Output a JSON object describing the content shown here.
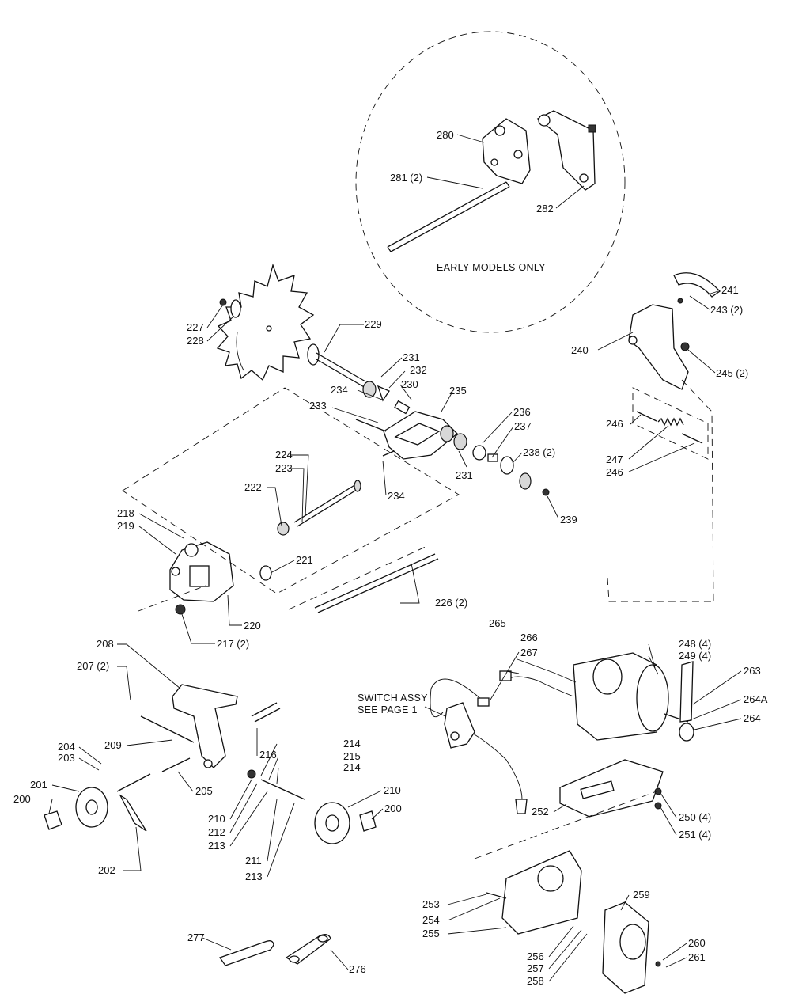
{
  "notes": {
    "early_models": "EARLY MODELS ONLY",
    "switch_line1": "SWITCH ASSY",
    "switch_line2": "SEE PAGE 1"
  },
  "parts": {
    "p200a": "200",
    "p200b": "200",
    "p201": "201",
    "p202": "202",
    "p203": "203",
    "p204": "204",
    "p205": "205",
    "p207": "207 (2)",
    "p208": "208",
    "p209": "209",
    "p210a": "210",
    "p210b": "210",
    "p211": "211",
    "p212": "212",
    "p213a": "213",
    "p213b": "213",
    "p214a": "214",
    "p214b": "214",
    "p215": "215",
    "p216": "216",
    "p217": "217 (2)",
    "p218": "218",
    "p219": "219",
    "p220": "220",
    "p221": "221",
    "p222": "222",
    "p223": "223",
    "p224": "224",
    "p226": "226 (2)",
    "p227": "227",
    "p228": "228",
    "p229": "229",
    "p230": "230",
    "p231a": "231",
    "p231b": "231",
    "p232": "232",
    "p233": "233",
    "p234a": "234",
    "p234b": "234",
    "p235": "235",
    "p236": "236",
    "p237": "237",
    "p238": "238 (2)",
    "p239": "239",
    "p240": "240",
    "p241": "241",
    "p243": "243 (2)",
    "p245": "245 (2)",
    "p246a": "246",
    "p246b": "246",
    "p247": "247",
    "p248": "248 (4)",
    "p249": "249 (4)",
    "p250": "250 (4)",
    "p251": "251 (4)",
    "p252": "252",
    "p253": "253",
    "p254": "254",
    "p255": "255",
    "p256": "256",
    "p257": "257",
    "p258": "258",
    "p259": "259",
    "p260": "260",
    "p261": "261",
    "p263": "263",
    "p264": "264",
    "p264A": "264A",
    "p265": "265",
    "p266": "266",
    "p267": "267",
    "p276": "276",
    "p277": "277",
    "p280": "280",
    "p281": "281 (2)",
    "p282": "282"
  }
}
